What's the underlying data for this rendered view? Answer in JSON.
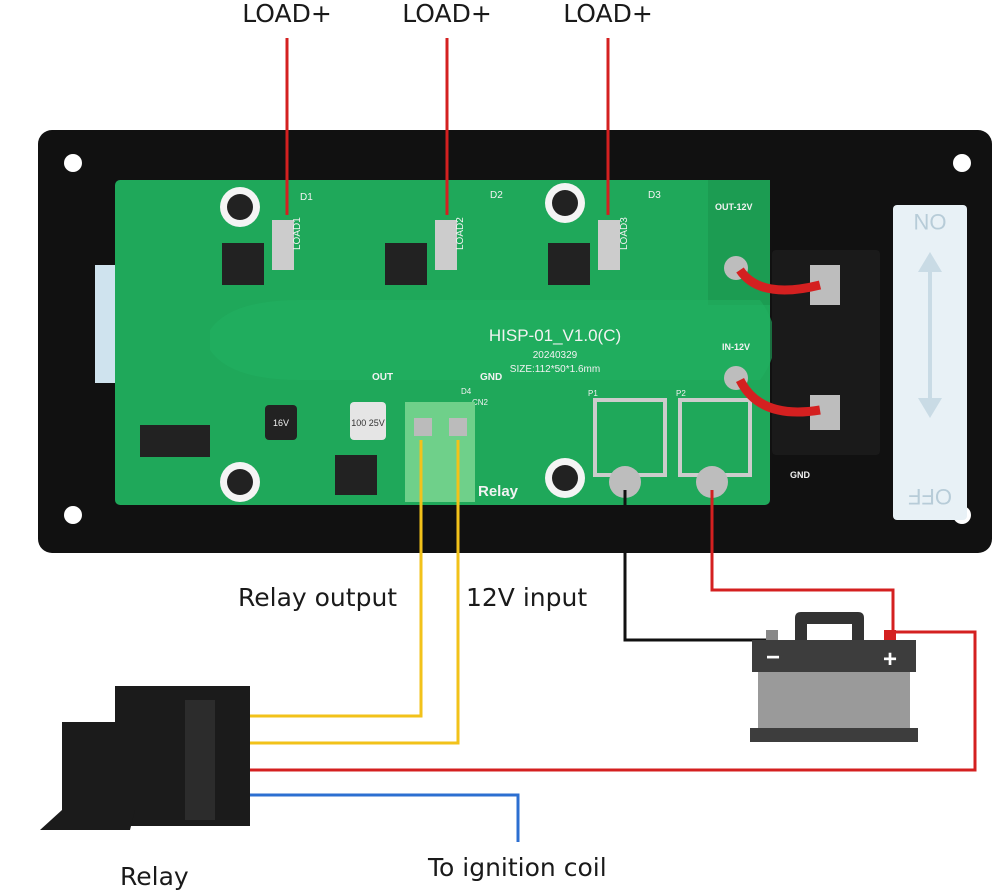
{
  "labels": {
    "load_plus": [
      "LOAD+",
      "LOAD+",
      "LOAD+"
    ],
    "relay_output": "Relay output",
    "input_12v": "12V input",
    "relay": "Relay",
    "ignition": "To ignition coil"
  },
  "board": {
    "model": "HISP-01_V1.0(C)",
    "date": "20240329",
    "size": "SIZE:112*50*1.6mm",
    "out": "OUT",
    "gnd": "GND",
    "cn2": "CN2",
    "d4": "D4",
    "relay": "Relay",
    "out_12v": "OUT-12V",
    "in_12v": "IN-12V",
    "gnd_terminal": "GND",
    "p1": "P1",
    "p2": "P2",
    "loads": [
      "LOAD1",
      "LOAD2",
      "LOAD3"
    ],
    "diodes": [
      "D1",
      "D2",
      "D3"
    ],
    "cap1": "100\n25V",
    "cap2": "16V"
  },
  "switch": {
    "on": "ON",
    "off": "OFF"
  },
  "battery": {
    "minus": "−",
    "plus": "+"
  },
  "colors": {
    "pcb": "#1fa85a",
    "plate": "#111111",
    "red_wire": "#d42020",
    "yellow_wire": "#f2c21a",
    "blue_wire": "#2c6fd1",
    "black_wire": "#111111",
    "terminal_block": "#6fd08a"
  }
}
